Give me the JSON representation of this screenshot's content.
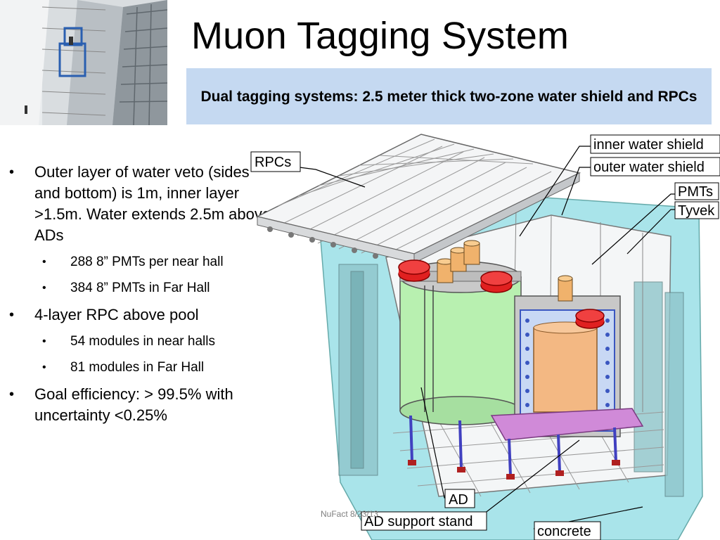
{
  "slide": {
    "title": "Muon Tagging System",
    "subtitle": "Dual tagging systems: 2.5 meter thick two-zone water shield and RPCs",
    "subtitle_bg": "#c5d9f1",
    "bullets": [
      {
        "text": "Outer layer of water veto (sides and bottom) is 1m, inner layer >1.5m.  Water extends 2.5m above ADs",
        "sub": [
          "288 8” PMTs per near hall",
          "384 8” PMTs in Far Hall"
        ]
      },
      {
        "text": "4-layer RPC above pool",
        "sub": [
          "54 modules in near halls",
          "81 modules in Far Hall"
        ]
      },
      {
        "text": "Goal efficiency: > 99.5% with uncertainty <0.25%",
        "sub": []
      }
    ],
    "bullet_glyph": "•",
    "footer": "NuFact  8/23/13"
  },
  "diagram": {
    "labels": {
      "rpcs": "RPCs",
      "inner_water_shield": "inner water shield",
      "outer_water_shield": "outer water shield",
      "pmts": "PMTs",
      "tyvek": "Tyvek",
      "ad": "AD",
      "ad_support_stand": "AD support stand",
      "concrete": "concrete"
    },
    "colors": {
      "water": "#a9e4ea",
      "ad_body": "#b8f0b0",
      "inner_vessel": "#f3b883",
      "pmt_red": "#e02020",
      "support": "#d08ad8",
      "stand_legs": "#4040c0"
    }
  }
}
